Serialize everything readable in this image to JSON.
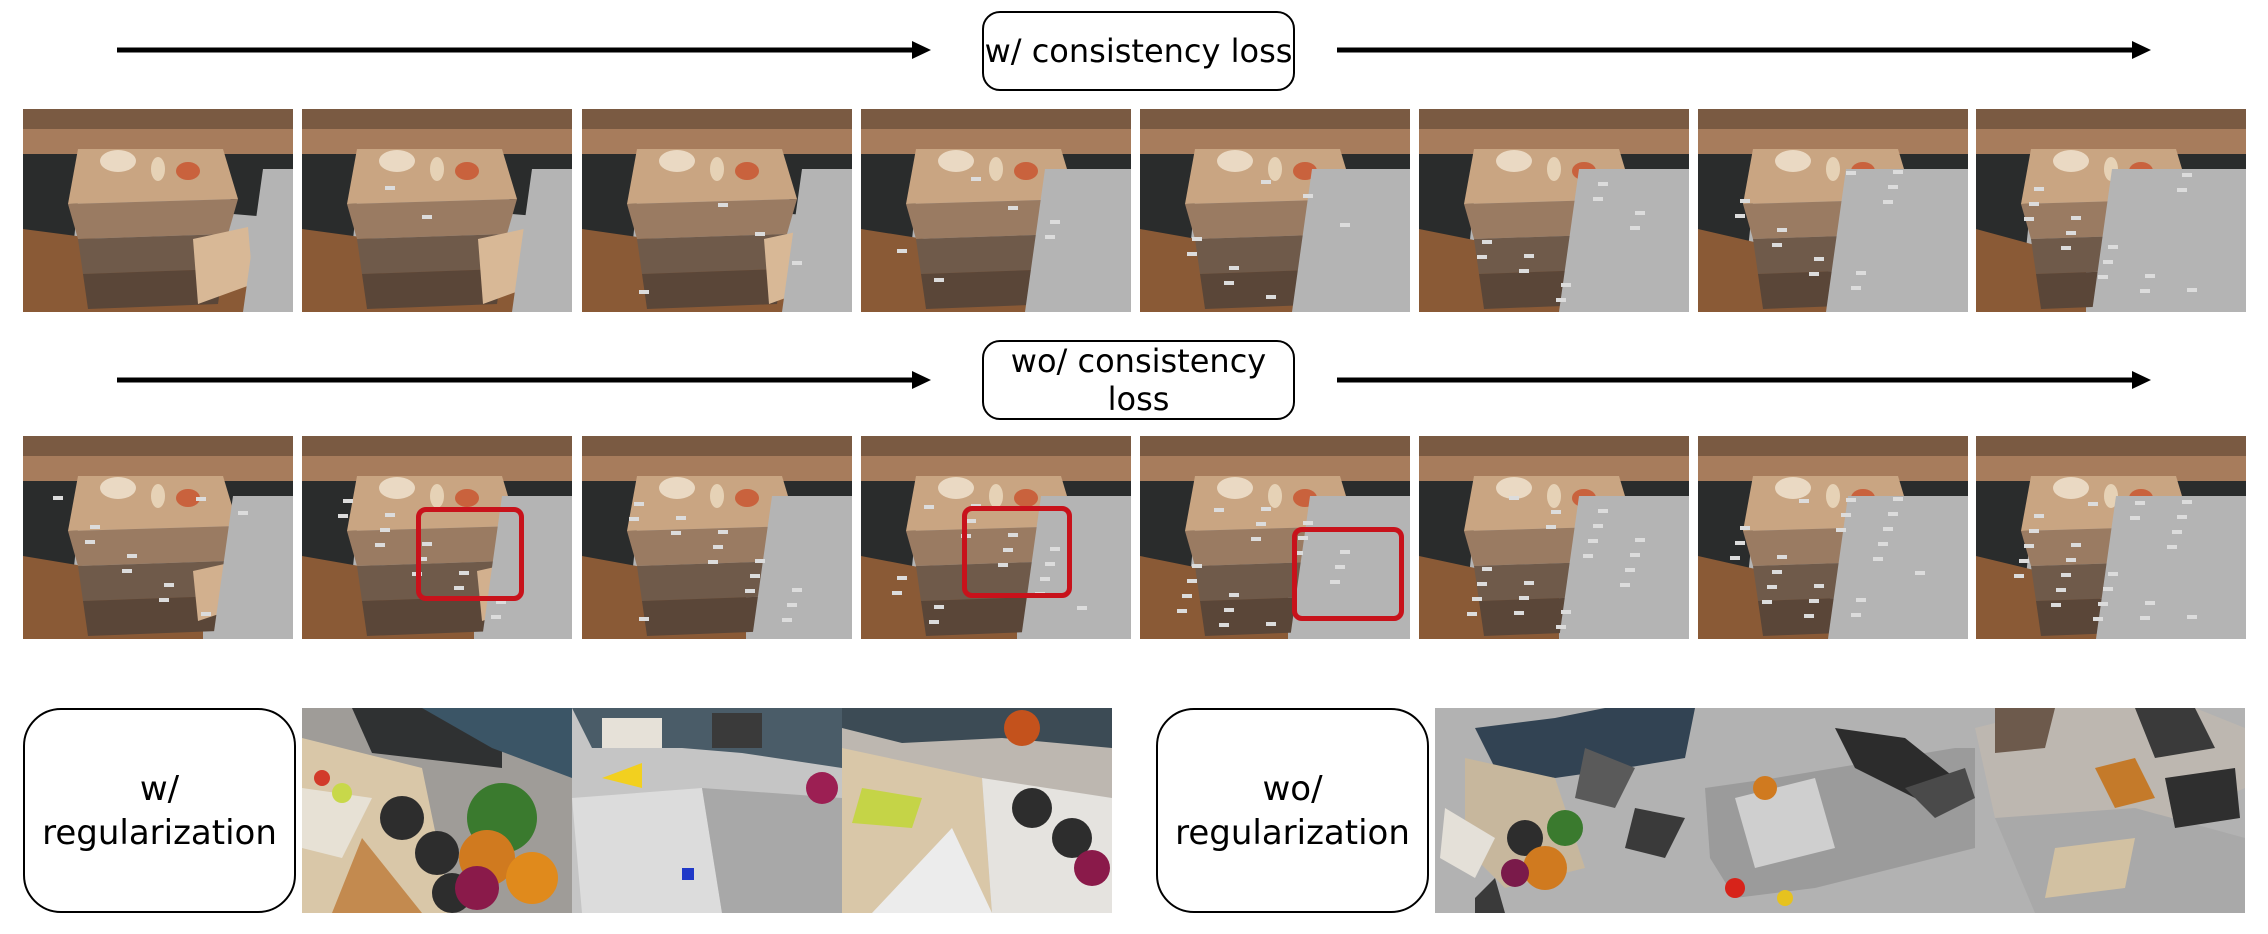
{
  "rows": [
    {
      "label": "w/ consistency loss",
      "frames": 8
    },
    {
      "label": "wo/ consistency loss",
      "frames": 8
    }
  ],
  "regularization": {
    "with_label_line1": "w/",
    "with_label_line2": "regularization",
    "without_label_line1": "wo/",
    "without_label_line2": "regularization"
  },
  "colors": {
    "background": "#ffffff",
    "highlight_red": "#c8121b",
    "void_gray": "#b4b4b4",
    "wood": "#c9a582",
    "floor": "#8a5a36",
    "wall_dark": "#2a2c2c"
  },
  "icons": {
    "arrow": "arrow-right-icon"
  }
}
